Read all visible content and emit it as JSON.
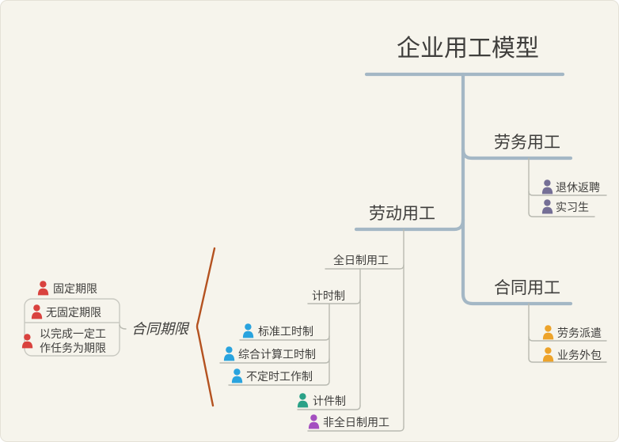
{
  "root": {
    "label": "企业用工模型"
  },
  "branches": [
    {
      "label": "劳务用工",
      "children": [
        {
          "label": "退休返聘",
          "marker": "person-icon",
          "marker_color": "#756f96"
        },
        {
          "label": "实习生",
          "marker": "person-icon",
          "marker_color": "#756f96"
        }
      ]
    },
    {
      "label": "劳动用工",
      "children": [
        {
          "label": "全日制用工",
          "children": [
            {
              "label": "计时制",
              "children": [
                {
                  "label": "标准工时制",
                  "marker": "person-icon",
                  "marker_color": "#29a3de"
                },
                {
                  "label": "综合计算工时制",
                  "marker": "person-icon",
                  "marker_color": "#29a3de"
                },
                {
                  "label": "不定时工作制",
                  "marker": "person-icon",
                  "marker_color": "#29a3de"
                }
              ]
            },
            {
              "label": "计件制",
              "marker": "person-icon",
              "marker_color": "#2aa187"
            }
          ]
        },
        {
          "label": "非全日制用工",
          "marker": "person-icon",
          "marker_color": "#a44fc0"
        }
      ]
    },
    {
      "label": "合同用工",
      "children": [
        {
          "label": "劳务派遣",
          "marker": "person-icon",
          "marker_color": "#eda32a"
        },
        {
          "label": "业务外包",
          "marker": "person-icon",
          "marker_color": "#eda32a"
        }
      ]
    }
  ],
  "summary": {
    "label": "合同期限",
    "items": [
      {
        "label": "固定期限",
        "marker": "person-icon",
        "marker_color": "#d9423e"
      },
      {
        "label": "无固定期限",
        "marker": "person-icon",
        "marker_color": "#d9423e"
      },
      {
        "label": "以完成一定工作任务为期限",
        "lines": [
          "以完成一定工",
          "作任务为期限"
        ],
        "marker": "person-icon",
        "marker_color": "#d9423e"
      }
    ]
  },
  "colors": {
    "background": "#f6f4ec",
    "branch_line": "#a4b7c5",
    "connector_line": "#b9bab1",
    "text": "#3f3e3c",
    "summary_brace": "#b45220",
    "boundary_border": "#c9c9c1",
    "marker_purple": "#756f96",
    "marker_yellow": "#eda32a",
    "marker_blue": "#29a3de",
    "marker_teal": "#2aa187",
    "marker_violet": "#a44fc0",
    "marker_red": "#d9423e"
  }
}
